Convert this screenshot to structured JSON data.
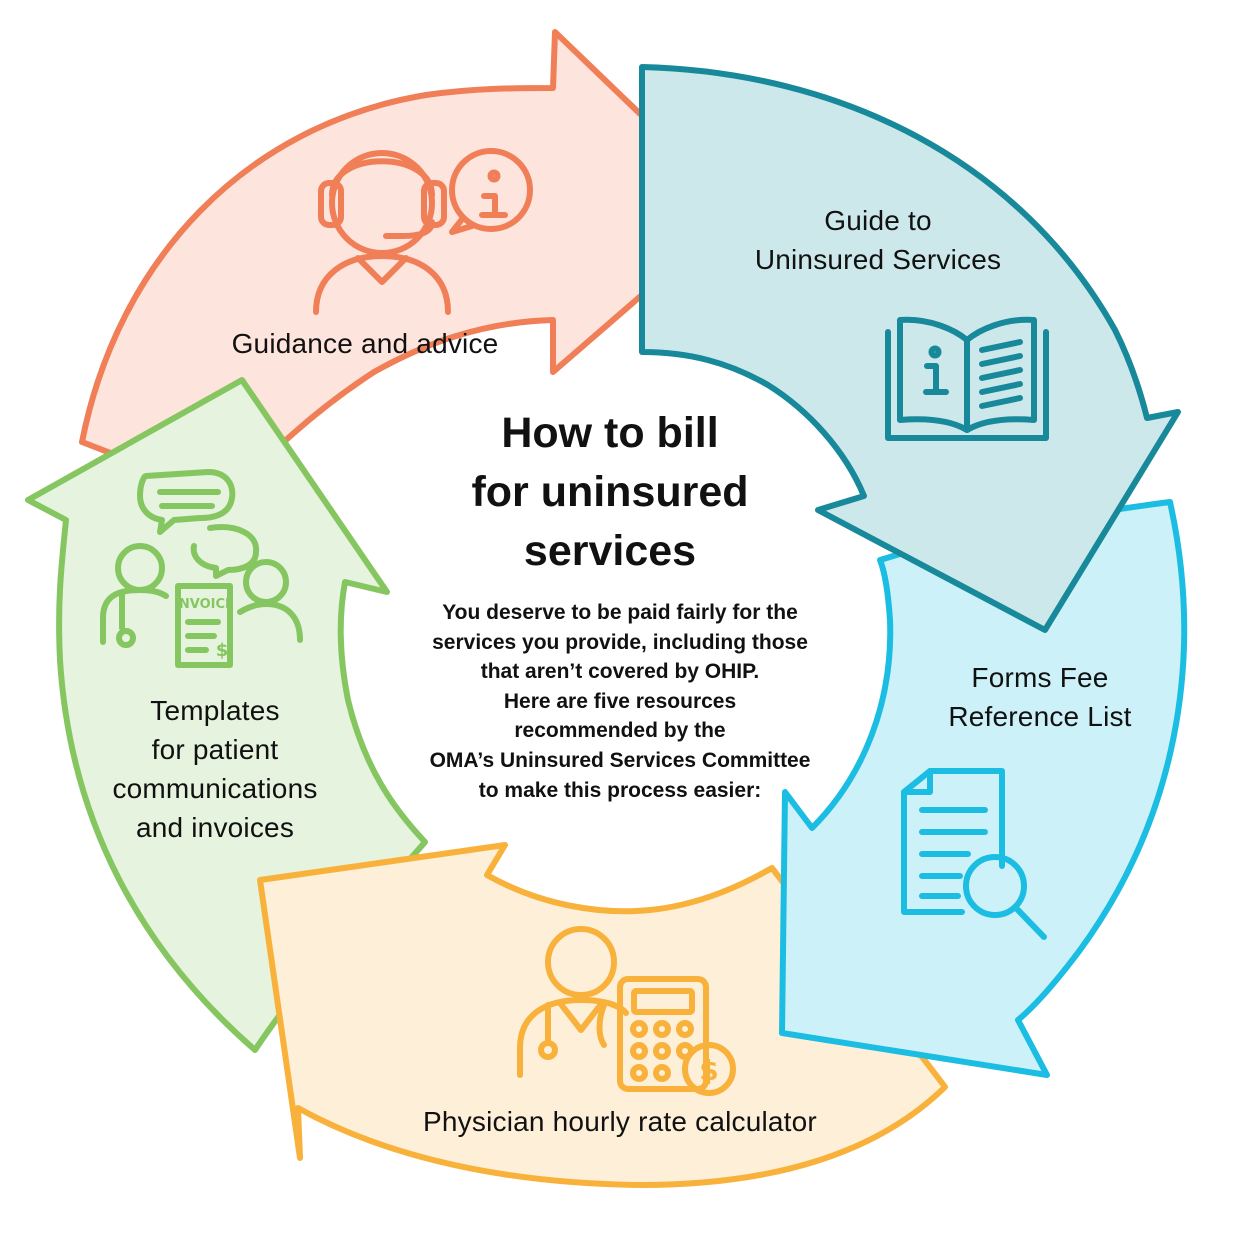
{
  "title": "How to bill\nfor uninsured\nservices",
  "intro": "You deserve to be paid fairly for the\nservices you provide, including those\nthat aren’t covered by OHIP.\nHere are five resources\nrecommended by the\nOMA’s Uninsured Services Committee\nto make this process easier:",
  "steps": [
    {
      "label": "Guidance and advice",
      "color": "#f07f58",
      "fill": "#fde4dd",
      "icon": "headset-agent-info-icon"
    },
    {
      "label": "Guide to\nUninsured Services",
      "color": "#17899a",
      "fill": "#cde8ea",
      "icon": "open-book-info-icon"
    },
    {
      "label": "Forms Fee\nReference List",
      "color": "#1bbde3",
      "fill": "#cdf1f8",
      "icon": "document-magnifier-icon"
    },
    {
      "label": "Physician hourly rate calculator",
      "color": "#f8b23c",
      "fill": "#feefd9",
      "icon": "physician-calculator-icon"
    },
    {
      "label": "Templates\nfor patient\ncommunications\nand invoices",
      "color": "#86c661",
      "fill": "#e5f3df",
      "icon": "invoice-communication-icon"
    }
  ]
}
